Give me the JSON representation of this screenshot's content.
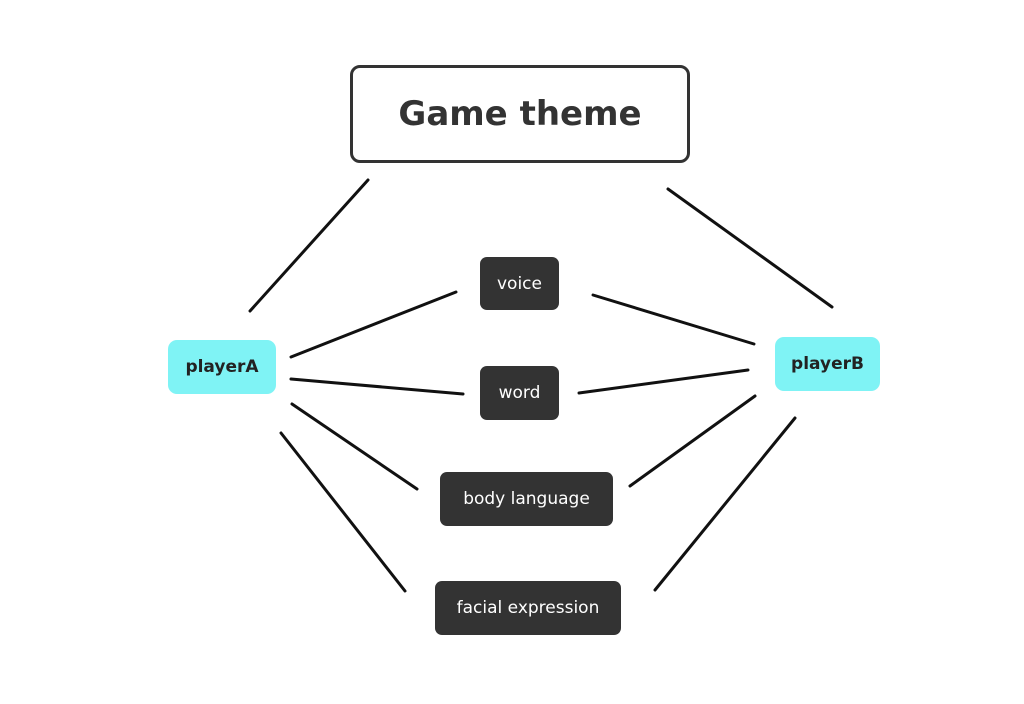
{
  "nodes": {
    "title": "Game theme",
    "player_a": "playerA",
    "player_b": "playerB",
    "channels": [
      "voice",
      "word",
      "body language",
      "facial expression"
    ]
  },
  "colors": {
    "player_fill": "#7ff3f5",
    "channel_fill": "#333333",
    "title_border": "#333333",
    "connector": "#111111"
  }
}
